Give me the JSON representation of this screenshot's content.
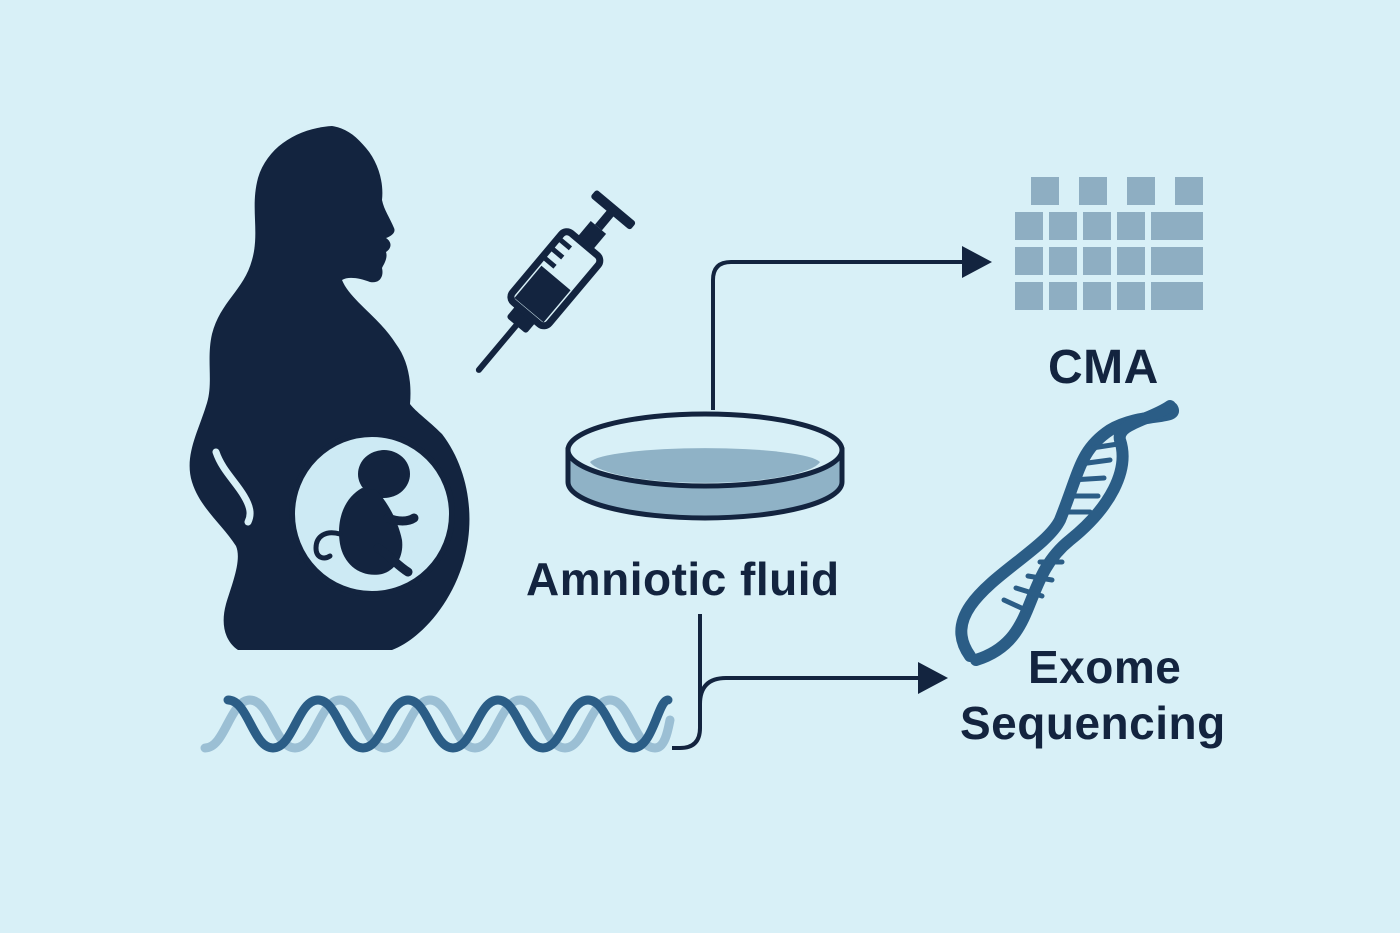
{
  "labels": {
    "sample": "Amniotic fluid",
    "test_1": "CMA",
    "test_2_line1": "Exome",
    "test_2_line2": "Sequencing"
  },
  "icons": {
    "mother": "pregnant-woman-silhouette-icon",
    "fetus": "fetus-icon",
    "syringe": "syringe-icon",
    "dish": "petri-dish-icon",
    "array": "microarray-grid-icon",
    "helix_right": "dna-helix-icon",
    "helix_bottom": "dna-strand-icon"
  },
  "colors": {
    "background": "#d8f0f7",
    "navy": "#13243f",
    "womb": "#cdeaf4",
    "fluid": "#8fb2c6",
    "array_cell": "#8eaec2",
    "helix_dark": "#2b5d86",
    "helix_light": "#9bbfd4"
  }
}
